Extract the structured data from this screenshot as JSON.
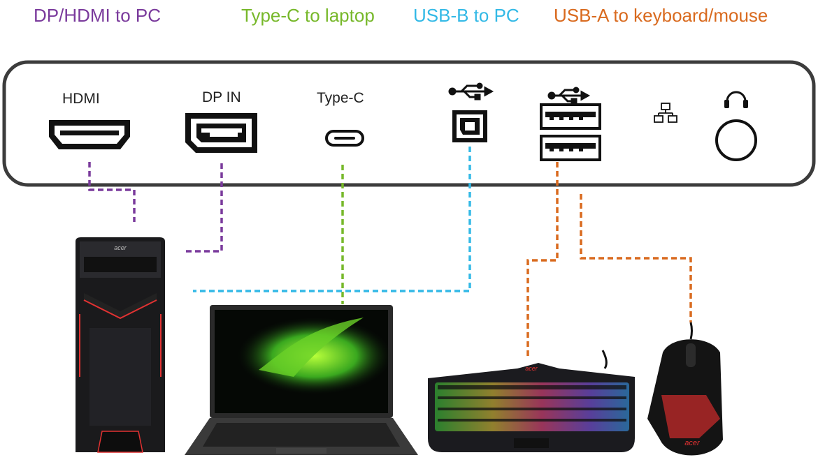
{
  "legend": {
    "hdmi_dp": "DP/HDMI to PC",
    "typec": "Type-C to laptop",
    "usbb": "USB-B to PC",
    "usba": "USB-A to keyboard/mouse"
  },
  "ports": {
    "hdmi": "HDMI",
    "dp": "DP IN",
    "typec": "Type-C"
  },
  "colors": {
    "purple": "#7a3a9c",
    "green": "#77b82a",
    "cyan": "#33b9e6",
    "orange": "#d96a1e",
    "panel_border": "#3c3c3c"
  },
  "icons": [
    "usb-icon",
    "network-icon",
    "headphone-icon"
  ],
  "devices": [
    "desktop-pc",
    "laptop",
    "keyboard",
    "mouse"
  ]
}
